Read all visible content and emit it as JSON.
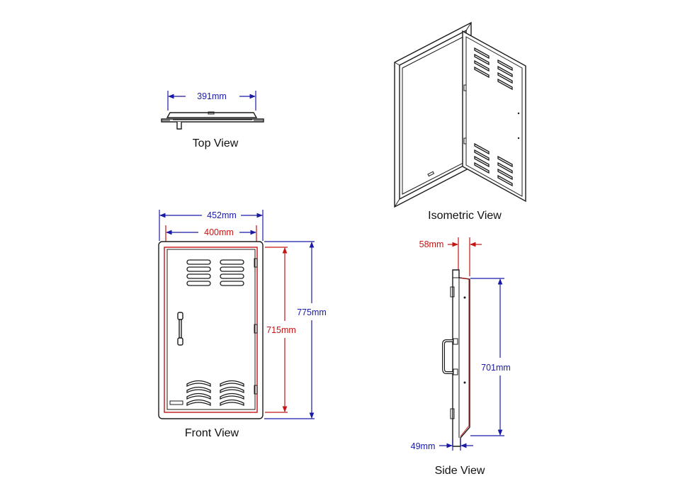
{
  "colors": {
    "outline": "#1b1b1b",
    "dimension_outer": "#1a1aa6",
    "dimension_inner": "#c41414",
    "background": "#ffffff"
  },
  "top_view": {
    "label": "Top View",
    "width_dim": "391mm"
  },
  "isometric_view": {
    "label": "Isometric View"
  },
  "front_view": {
    "label": "Front View",
    "outer_width": "452mm",
    "inner_width": "400mm",
    "outer_height": "775mm",
    "inner_height": "715mm"
  },
  "side_view": {
    "label": "Side View",
    "top_depth": "58mm",
    "bottom_depth": "49mm",
    "height": "701mm"
  }
}
